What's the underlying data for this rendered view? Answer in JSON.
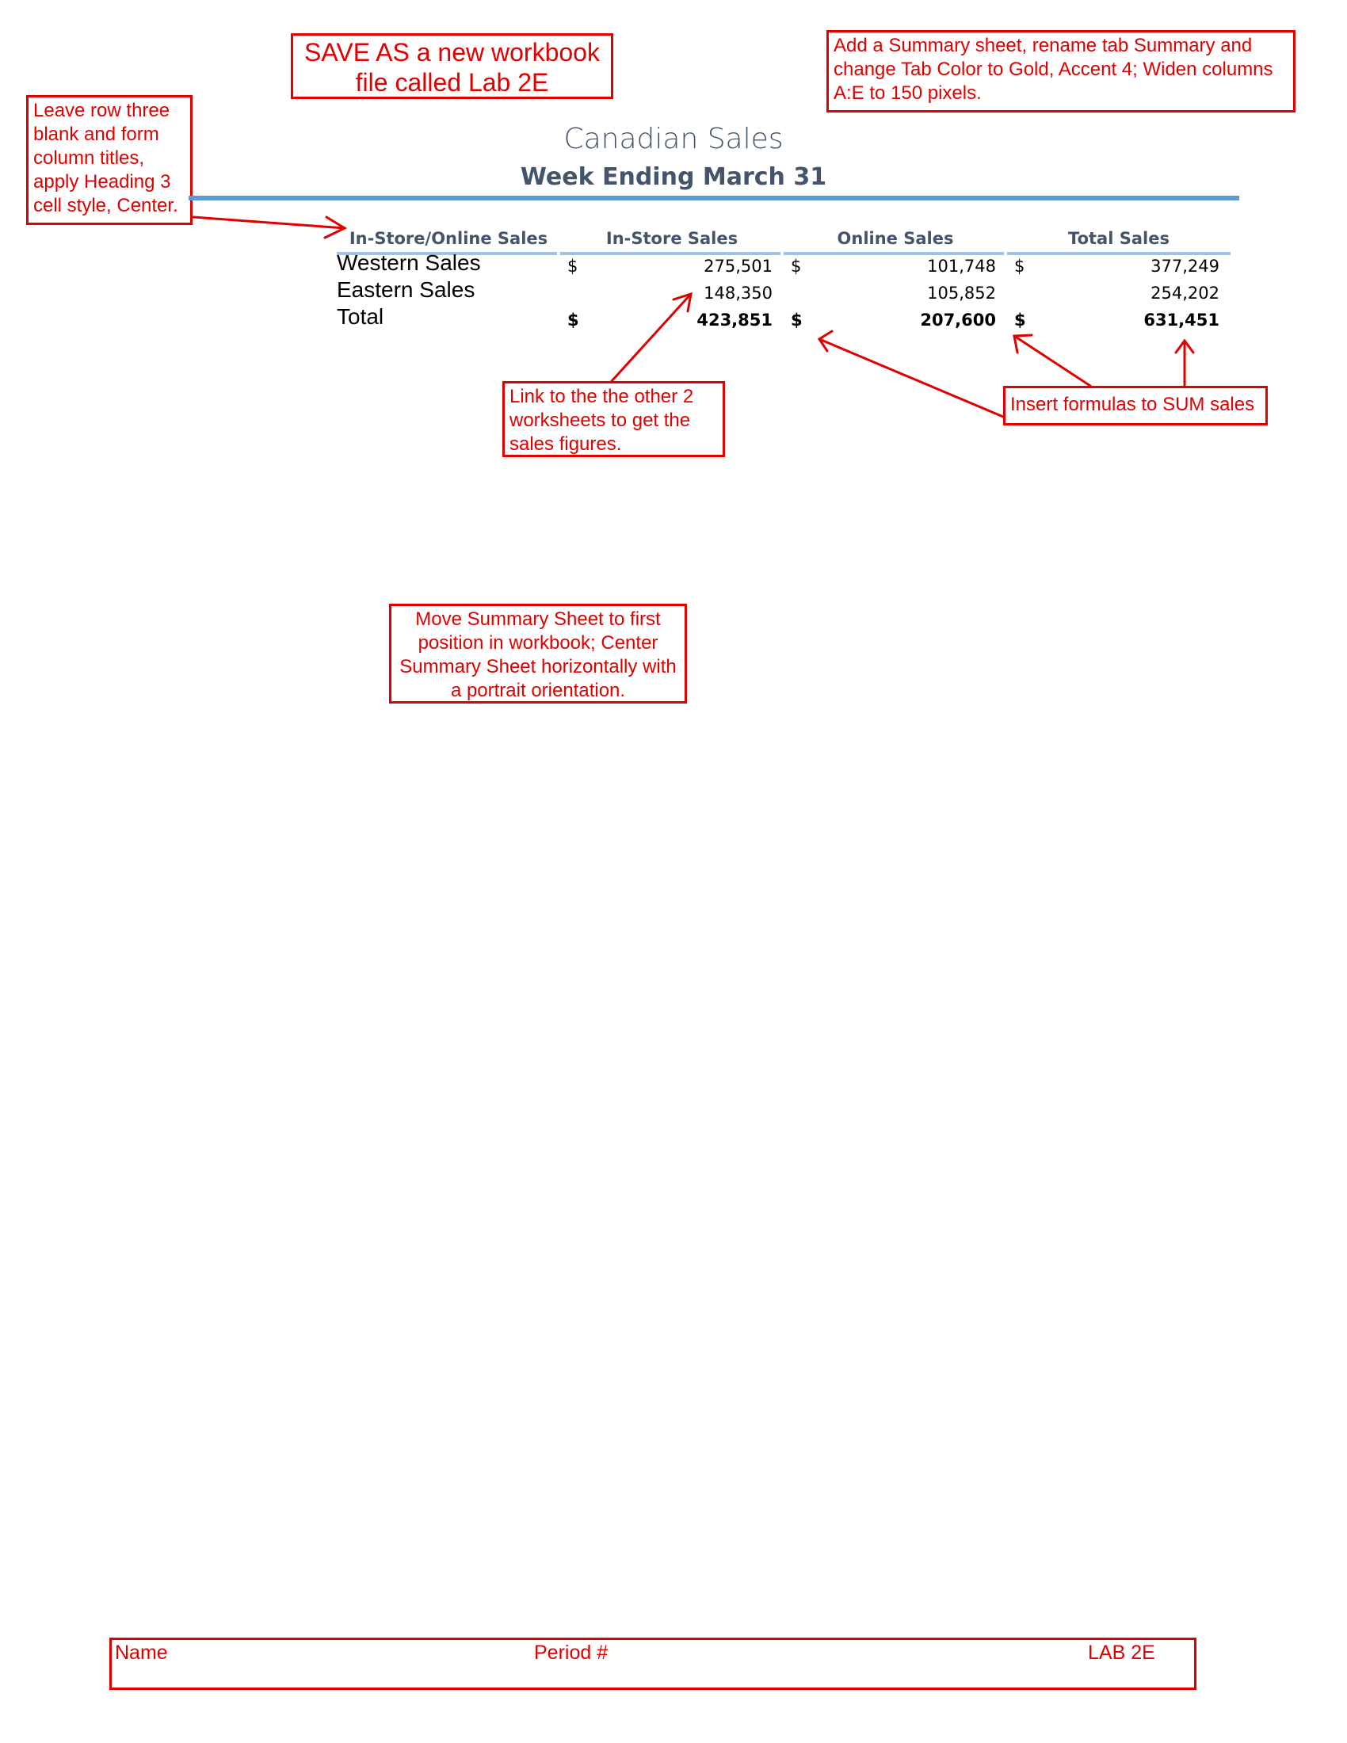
{
  "notes": {
    "save_as": [
      "SAVE AS a new workbook",
      "file called Lab 2E"
    ],
    "add_summary": [
      "Add a Summary sheet, rename tab Summary and",
      "change Tab Color to Gold, Accent 4; Widen columns",
      "A:E to 150 pixels."
    ],
    "leave_row": [
      "Leave row three",
      "blank and form",
      "column titles,",
      "apply Heading 3",
      "cell style, Center."
    ],
    "link_sheets": [
      "Link to the the other 2",
      "worksheets to get the",
      "sales figures."
    ],
    "insert_formulas": "Insert formulas to SUM sales",
    "move_summary": [
      "Move Summary Sheet to first",
      "position in workbook; Center",
      "Summary Sheet horizontally with",
      "a portrait orientation."
    ]
  },
  "sheet": {
    "title": "Canadian Sales",
    "subtitle": "Week Ending March 31",
    "headers": [
      "In-Store/Online Sales",
      "In-Store Sales",
      "Online Sales",
      "Total Sales"
    ],
    "rows": [
      {
        "label": "Western Sales",
        "d1": "$",
        "instore": "275,501",
        "d2": "$",
        "online": "101,748",
        "d3": "$",
        "total": "377,249"
      },
      {
        "label": "Eastern Sales",
        "d1": "",
        "instore": "148,350",
        "d2": "",
        "online": "105,852",
        "d3": "",
        "total": "254,202"
      },
      {
        "label": "Total",
        "d1": "$",
        "instore": "423,851",
        "d2": "$",
        "online": "207,600",
        "d3": "$",
        "total": "631,451"
      }
    ]
  },
  "footer": {
    "name": "Name",
    "period": "Period #",
    "lab": "LAB 2E"
  },
  "colors": {
    "annotation_red": "#e00000",
    "heading": "#44546a",
    "accent_blue": "#5b9bd5"
  }
}
